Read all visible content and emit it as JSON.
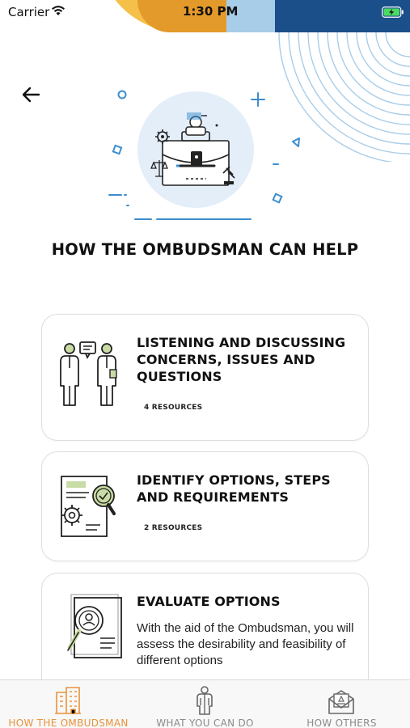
{
  "status_bar": {
    "carrier": "Carrier",
    "time": "1:30 PM"
  },
  "header": {
    "back_icon": "arrow-left-icon",
    "hero_icon": "briefcase-justice-illustration"
  },
  "page": {
    "title": "HOW THE OMBUDSMAN CAN HELP"
  },
  "cards": [
    {
      "title": "LISTENING AND DISCUSSING CONCERNS, ISSUES AND QUESTIONS",
      "badge": "4 RESOURCES",
      "icon": "two-people-talking-icon"
    },
    {
      "title": "IDENTIFY OPTIONS, STEPS AND REQUIREMENTS",
      "badge": "2 RESOURCES",
      "icon": "document-gear-magnifier-icon"
    },
    {
      "title": "EVALUATE OPTIONS",
      "description": "With the aid of the Ombudsman, you will assess the desirability and feasibility of different options",
      "icon": "profile-magnifier-icon"
    }
  ],
  "tab_bar": {
    "tabs": [
      {
        "label": "HOW THE OMBUDSMAN",
        "icon": "building-icon",
        "active": true
      },
      {
        "label": "WHAT YOU CAN DO",
        "icon": "person-icon",
        "active": false
      },
      {
        "label": "HOW OTHERS",
        "icon": "envelope-letter-icon",
        "active": false
      }
    ]
  },
  "colors": {
    "accent": "#e8933a",
    "navy": "#1a4f8a",
    "light_blue": "#a8cde9",
    "card_green": "#c9dca5",
    "illustration_blue": "#3c8dd0"
  }
}
